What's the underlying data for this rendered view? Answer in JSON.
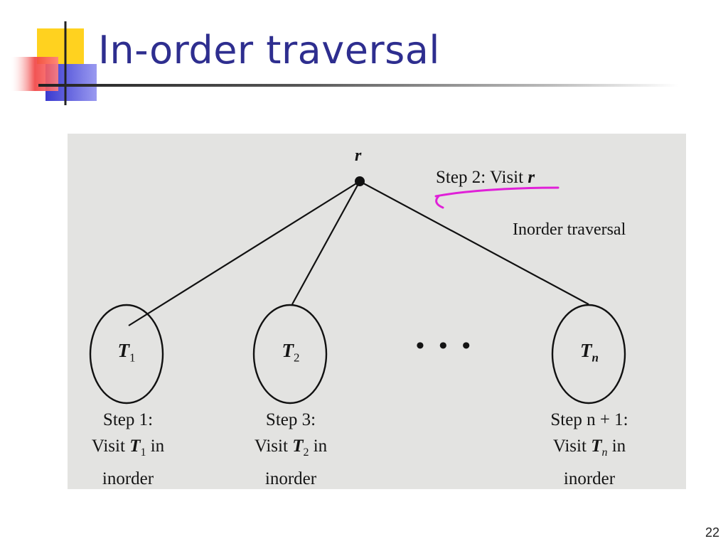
{
  "slide": {
    "title": "In-order traversal",
    "page_number": "22"
  },
  "colors": {
    "title": "#2e2e8f",
    "annotation": "#e020d8",
    "logo_yellow": "#ffd21f",
    "logo_red": "#f04040",
    "logo_blue": "#3a3ad0"
  },
  "diagram": {
    "root_label": "r",
    "step2_prefix": "Step 2: Visit ",
    "step2_var": "r",
    "caption": "Inorder traversal",
    "ellipsis": "• • •",
    "subtrees": [
      {
        "name": "T",
        "sub": "1",
        "step": "Step 1:",
        "visit_prefix": "Visit ",
        "visit_suffix": " in",
        "tail": "inorder"
      },
      {
        "name": "T",
        "sub": "2",
        "step": "Step 3:",
        "visit_prefix": "Visit ",
        "visit_suffix": " in",
        "tail": "inorder"
      },
      {
        "name": "T",
        "sub": "n",
        "step": "Step n + 1:",
        "visit_prefix": "Visit ",
        "visit_suffix": " in",
        "tail": "inorder"
      }
    ]
  }
}
